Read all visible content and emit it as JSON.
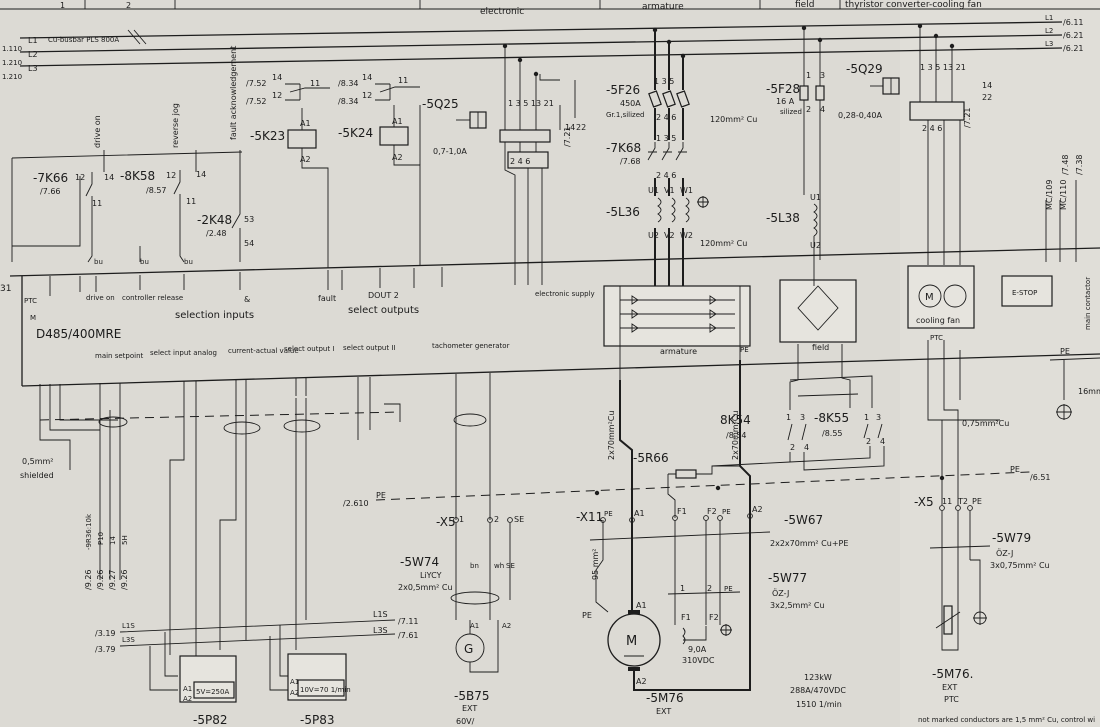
{
  "header": {
    "col1": "1",
    "col2": "2",
    "electronic": "electronic",
    "armature": "armature",
    "field": "field",
    "thyristor": "thyristor converter-cooling fan"
  },
  "busbar": {
    "l1_ref_left": "1.110",
    "l2_ref_left": "1.210",
    "l3_ref_left": "1.210",
    "l1": "L1",
    "l2": "L2",
    "l3": "L3",
    "cu_busbar": "Cu-busbar PLS 800A",
    "l1_ref_right": "/6.11",
    "l2_ref_right": "/6.21",
    "l3_ref_right": "/6.21"
  },
  "contact_refs": {
    "a_ref1": "/7.52",
    "a_ref2": "/7.52",
    "a_n14": "14",
    "a_n12": "12",
    "a_n11": "11",
    "b_ref1": "/8.34",
    "b_ref2": "/8.34",
    "b_n14": "14",
    "b_n12": "12",
    "b_n11": "11"
  },
  "relays": {
    "k23": "-5K23",
    "k24": "-5K24",
    "a1": "A1",
    "a2": "A2"
  },
  "inputs_top": {
    "drive_on": "drive on",
    "reverse_jog": "reverse jog",
    "fault_acknowledgement": "fault acknowledgement"
  },
  "left_contacts": {
    "k66": "-7K66",
    "k66_ref": "/7.66",
    "k58": "-8K58",
    "k58_ref": "/8.57",
    "k48": "-2K48",
    "k48_ref": "/2.48",
    "n12a": "12",
    "n14a": "14",
    "n11a": "11",
    "n12b": "12",
    "n14b": "14",
    "n11b": "11",
    "n53": "53",
    "n54": "54",
    "bu1": "bu",
    "bu2": "bu",
    "bu3": "bu"
  },
  "q25": {
    "name": "-5Q25",
    "range": "0,7-1,0A",
    "terminals": "1 3 5 13 21",
    "lower": "2 4 6",
    "n14": "14",
    "n22": "22",
    "ref": "/7.21"
  },
  "f26": {
    "name": "-5F26",
    "rating": "450A",
    "type": "Gr.1,silized",
    "terminals_top": "1 3 5",
    "terminals_bot": "2 4 6",
    "cable": "120mm² Cu"
  },
  "k68": {
    "name": "-7K68",
    "ref": "/7.68",
    "terminals_top": "1 3 5",
    "terminals_bot": "2 4 6"
  },
  "l36": {
    "name": "-5L36",
    "u1": "U1",
    "v1": "V1",
    "w1": "W1",
    "u2": "U2",
    "v2": "V2",
    "w2": "W2",
    "cable": "120mm² Cu"
  },
  "f28": {
    "name": "-5F28",
    "rating": "16 A",
    "type": "silized",
    "n1": "1",
    "n3": "3",
    "n2": "2",
    "n4": "4"
  },
  "l38": {
    "name": "-5L38",
    "u1": "U1",
    "u2": "U2"
  },
  "q29": {
    "name": "-5Q29",
    "range": "0,28-0,40A",
    "terminals": "1 3 5 13 21",
    "lower": "2 4 6",
    "n14": "14",
    "n22": "22",
    "ref": "/7.21"
  },
  "right_refs": {
    "a": "/7.48",
    "b": "/7.38",
    "c": "MC/109",
    "d": "MC/110"
  },
  "converter": {
    "ref_31": "31",
    "ptc": "PTC",
    "m": "M",
    "drive_on": "drive on",
    "controller_release": "controller release",
    "selection_inputs": "selection inputs",
    "amp": "&",
    "fault": "fault",
    "dout2": "DOUT 2",
    "selection_outputs": "select outputs",
    "electronic_supply": "electronic supply",
    "model": "D485/400MRE",
    "main_setpoint": "main setpoint",
    "select_input_analog": "select input analog",
    "current_actual_value": "current-actual value",
    "select_output_1": "select output I",
    "select_output_2": "select output II",
    "tachometer": "tachometer generator",
    "armature_box": "armature",
    "field_box": "field",
    "cooling_fan": "cooling fan",
    "ptc2": "PTC",
    "estop": "E-STOP",
    "main_contactor": "main contactor"
  },
  "cable_notes": {
    "shielded_size": "0,5mm²",
    "shielded": "shielded",
    "pe_ref_left": "/2.610",
    "pe": "PE",
    "pe_ref_right": "/6.51",
    "pe_16": "16mm²",
    "cu_075": "0,75mm²Cu",
    "arm_cable_a": "2x70mm²Cu",
    "arm_cable_b": "2x70mm²Cu",
    "pe_top": "PE"
  },
  "setpoint_refs": {
    "r1": "/9.26",
    "r2": "/9.26",
    "r3": "/9.27",
    "r4": "/9.26",
    "c1": "-9R36:10k",
    "c2": "P10",
    "c3": "14",
    "c4": "5H"
  },
  "l1s": {
    "ref1": "/3.19",
    "ref2": "/3.79",
    "l1s": "L1S",
    "l3s": "L3S",
    "l1s_b": "L1S",
    "l3s_b": "L3S",
    "out1": "/7.11",
    "out2": "/7.61"
  },
  "sp82": {
    "name": "-5P82",
    "a1": "A1",
    "a2": "A2",
    "scale": "5V=250A"
  },
  "sp83": {
    "name": "-5P83",
    "a1": "A1",
    "a2": "A2",
    "scale": "10V=70 1/min"
  },
  "x5_tacho": {
    "name": "-X5",
    "t1": "1",
    "t2": "2",
    "se": "SE"
  },
  "w74": {
    "name": "-5W74",
    "type": "LiYCY",
    "size": "2x0,5mm² Cu",
    "bn": "bn",
    "wh": "wh",
    "se": "SE"
  },
  "b75": {
    "name": "-5B75",
    "ext": "EXT",
    "v": "60V/",
    "a1": "A1",
    "a2": "A2"
  },
  "x11": {
    "name": "-X11",
    "pe": "PE",
    "a1": "A1",
    "f1": "F1",
    "f2": "F2",
    "pe2": "PE",
    "a2": "A2"
  },
  "r66": {
    "name": "-5R66"
  },
  "w67": {
    "name": "-5W67",
    "size": "2x2x70mm² Cu+PE"
  },
  "w77": {
    "name": "-5W77",
    "type": "ÖZ-J",
    "size": "3x2,5mm² Cu",
    "n1": "1",
    "n2": "2",
    "pe": "PE"
  },
  "m76": {
    "name": "-5M76",
    "ext": "EXT",
    "m": "M",
    "a1": "A1",
    "a2": "A2",
    "pe": "PE",
    "cable_95": "95 mm²",
    "f1": "F1",
    "f2": "F2",
    "field_a": "9,0A",
    "field_v": "310VDC",
    "power": "123kW",
    "rating": "288A/470VDC",
    "speed": "1510 1/min"
  },
  "k54": {
    "k54": "8K54",
    "k54_ref": "/8.54",
    "k55": "-8K55",
    "k55_ref": "/8.55",
    "n1": "1",
    "n3": "3",
    "n2": "2",
    "n4": "4",
    "n1b": "1",
    "n3b": "3",
    "n2b": "2",
    "n4b": "4"
  },
  "x5_ptc": {
    "name": "-X5",
    "t1": "11",
    "t2": "T2",
    "pe": "PE"
  },
  "w79": {
    "name": "-5W79",
    "type": "ÖZ-J",
    "size": "3x0,75mm² Cu"
  },
  "m76_ptc": {
    "name": "-5M76.",
    "ext": "EXT",
    "ptc": "PTC"
  },
  "footnote": {
    "text": "not marked conductors are 1,5 mm² Cu, control wi"
  }
}
